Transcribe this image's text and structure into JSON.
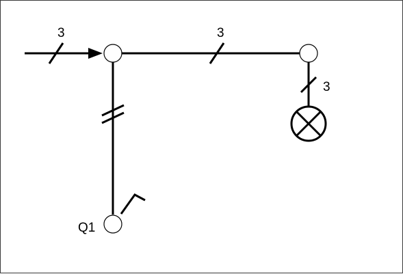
{
  "diagram": {
    "labels": {
      "incoming_conductors": "3",
      "top_line_conductors": "3",
      "lamp_feed_conductors": "3",
      "switch_name": "Q1"
    }
  }
}
